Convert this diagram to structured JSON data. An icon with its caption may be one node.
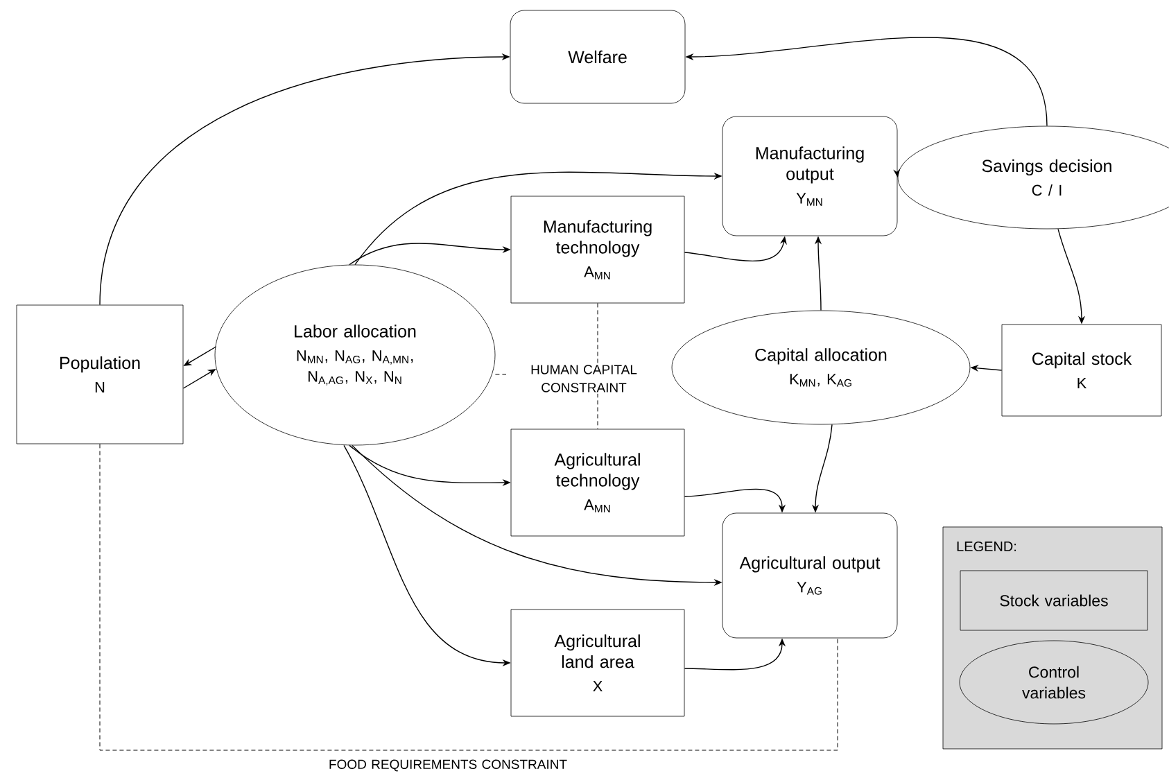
{
  "diagram": {
    "nodes": [
      {
        "text": [
          "Welfare"
        ]
      },
      {
        "text": [
          "Manufacturing output",
          "Y$_{MN}$"
        ]
      },
      {
        "text": [
          "Savings decision",
          "C / I"
        ]
      },
      {
        "text": [
          "Population",
          "N"
        ]
      },
      {
        "text": [
          "Labor allocation",
          "N$_{MN}$, N$_{AG}$, N$_{A,MN}$, N$_{A,AG}$, N$_{X}$, N$_{N}$"
        ]
      },
      {
        "text": [
          "Manufacturing technology",
          "A$_{MN}$"
        ]
      },
      {
        "text": [
          "Capital allocation",
          "K$_{MN}$, K$_{AG}$"
        ]
      },
      {
        "text": [
          "Capital stock",
          "K"
        ]
      },
      {
        "text": [
          "Agricultural technology",
          "A$_{MN}$"
        ]
      },
      {
        "text": [
          "Agricultural output",
          "Y$_{AG}$"
        ]
      },
      {
        "text": [
          "Agricultural land area",
          "X"
        ]
      }
    ],
    "edges": [
      {
        "from": 3,
        "to": 0,
        "arrow": "to"
      },
      {
        "from": 2,
        "to": 0,
        "arrow": "to"
      },
      {
        "from": 1,
        "to": 2,
        "arrow": "to"
      },
      {
        "from": 2,
        "to": 7,
        "arrow": "to"
      },
      {
        "from": 7,
        "to": 6,
        "arrow": "to"
      },
      {
        "from": 6,
        "to": 1,
        "arrow": "to"
      },
      {
        "from": 6,
        "to": 9,
        "arrow": "to"
      },
      {
        "from": 4,
        "to": 1,
        "arrow": "to"
      },
      {
        "from": 4,
        "to": 5,
        "arrow": "to"
      },
      {
        "from": 5,
        "to": 1,
        "arrow": "to"
      },
      {
        "from": 3,
        "to": 4,
        "arrow": "to"
      },
      {
        "from": 4,
        "to": 3,
        "arrow": "to"
      },
      {
        "from": 4,
        "to": 8,
        "arrow": "to"
      },
      {
        "from": 8,
        "to": 9,
        "arrow": "to"
      },
      {
        "from": 4,
        "to": 9,
        "arrow": "to"
      },
      {
        "from": 4,
        "to": 10,
        "arrow": "to"
      },
      {
        "from": 10,
        "to": 9,
        "arrow": "to"
      },
      {
        "from": 5,
        "to": 8,
        "arrow": "none",
        "style": "dashed",
        "label": "HUMAN CAPITAL CONSTRAINT"
      },
      {
        "from": 4,
        "to": null,
        "arrow": "none",
        "style": "dashed"
      },
      {
        "from": 3,
        "to": 9,
        "arrow": "none",
        "style": "dashed",
        "label": "FOOD REQUIREMENTS CONSTRAINT"
      }
    ],
    "labels": [
      "LEGEND:"
    ],
    "legend": [
      {
        "text": "Stock variables"
      },
      {
        "text": "Control variables"
      }
    ]
  }
}
